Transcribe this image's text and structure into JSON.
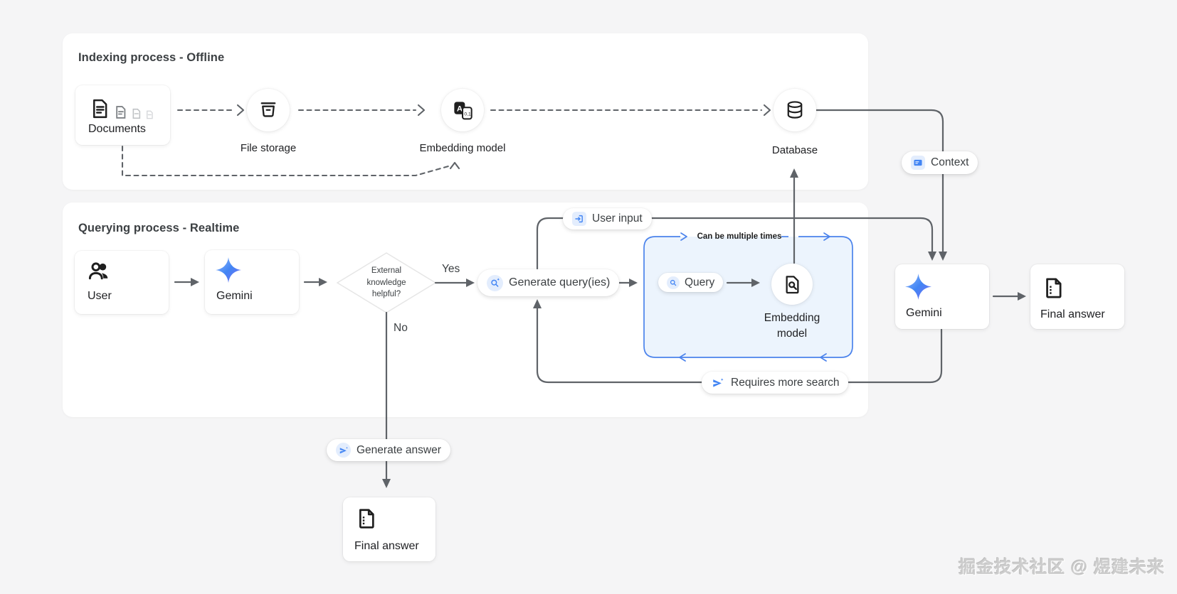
{
  "watermark": "掘金技术社区 @ 煜建未来",
  "colors": {
    "accent_blue": "#4285f4",
    "line_gray": "#5f6368",
    "loop_box_fill": "#ecf4fd",
    "page_bg": "#f5f5f6",
    "gemini_gradient": [
      "#98bdfc",
      "#4285f4",
      "#7c6bf2"
    ]
  },
  "indexing": {
    "title": "Indexing process - Offline",
    "documents_label": "Documents",
    "file_storage_label": "File storage",
    "embedding_model_label": "Embedding model",
    "database_label": "Database",
    "embedding_icon_a": "A",
    "embedding_icon_digits": "0,1"
  },
  "querying": {
    "title": "Querying process - Realtime",
    "user_label": "User",
    "gemini_label": "Gemini",
    "decision_line1": "External",
    "decision_line2": "knowledge",
    "decision_line3": "helpful?",
    "yes_label": "Yes",
    "no_label": "No",
    "user_input_label": "User input",
    "generate_queries_label": "Generate query(ies)",
    "loop_note": "Can be multiple times",
    "query_label": "Query",
    "embedding_line1": "Embedding",
    "embedding_line2": "model",
    "requires_more_search_label": "Requires more search",
    "generate_answer_label": "Generate answer"
  },
  "output": {
    "context_label": "Context",
    "gemini_label": "Gemini",
    "final_answer_label": "Final answer",
    "final_answer_bottom_label": "Final answer"
  },
  "icons": {
    "documents": "document-icon",
    "file_storage": "storage-bin-icon",
    "embedding_indexing": "translate-tokens-icon",
    "database": "database-cylinder-icon",
    "user": "people-icon",
    "gemini": "gemini-star-icon",
    "user_input": "input-arrow-icon",
    "generate_queries": "search-spark-icon",
    "query": "search-icon",
    "embedding_realtime": "find-in-page-icon",
    "context": "card-text-icon",
    "requires_more_search": "send-spark-icon",
    "generate_answer": "send-spark-icon",
    "final_answer": "document-list-icon"
  }
}
